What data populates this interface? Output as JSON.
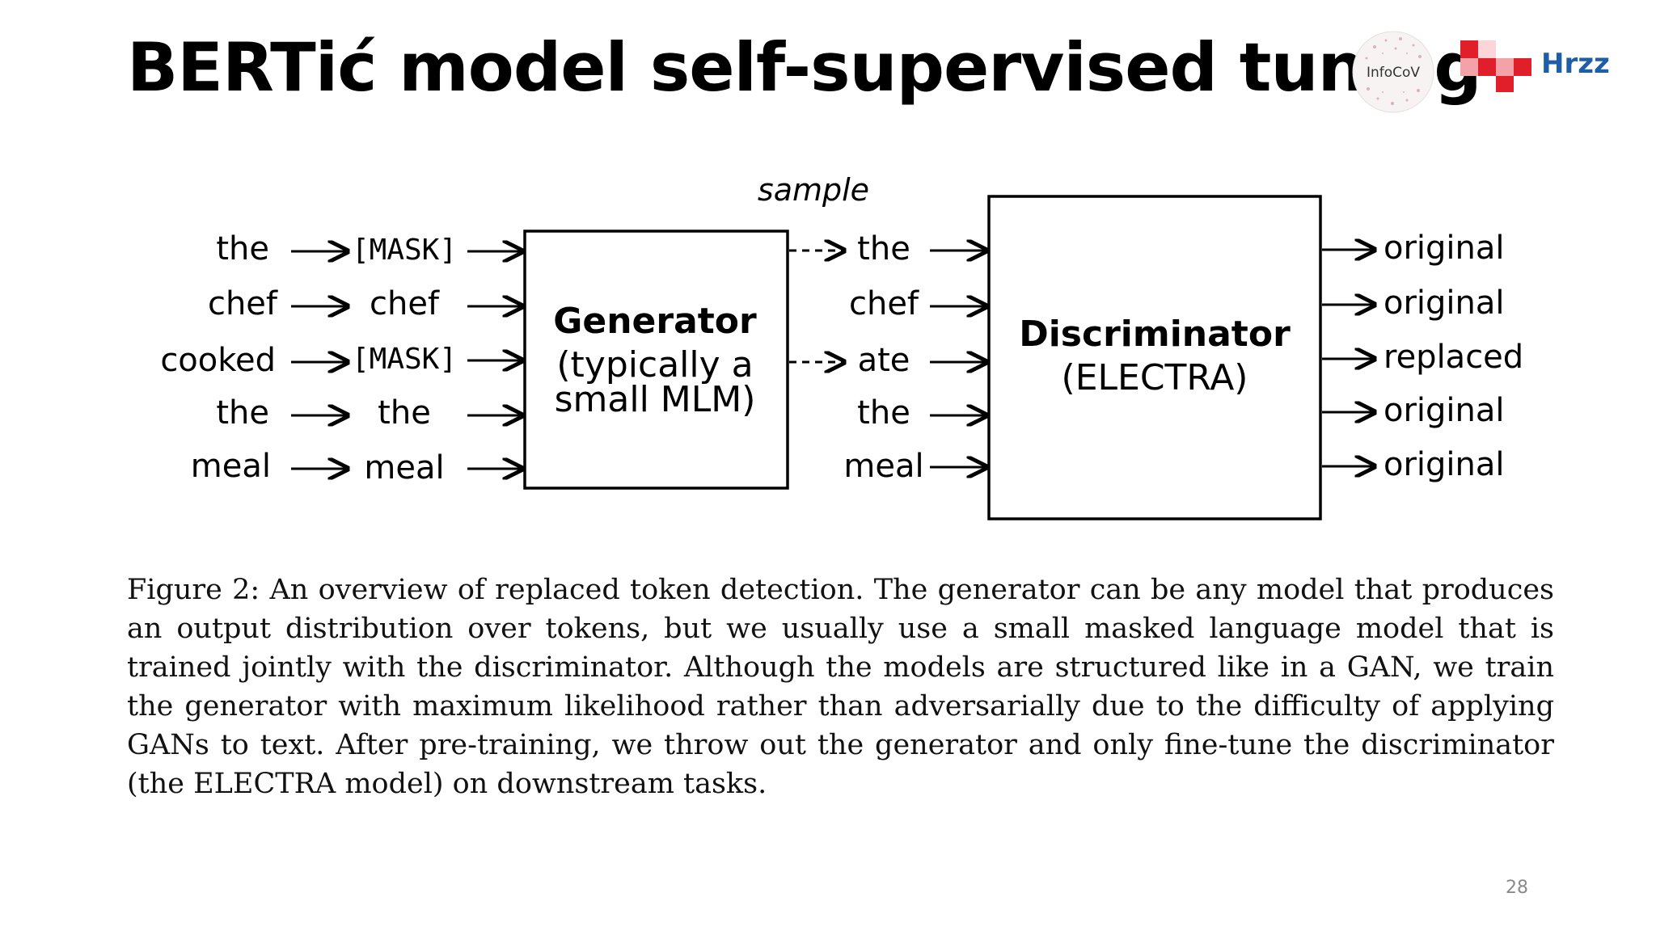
{
  "slide": {
    "title": "BERTić model self-supervised tuning",
    "page_number": "28"
  },
  "logos": {
    "infocov_text": "InfoCoV",
    "hrzz_text": "Hrzz",
    "hrzz_color": "#e01f2b",
    "hrzz_text_color": "#1c5ea8"
  },
  "diagram": {
    "sample_label": "sample",
    "input_tokens": [
      "the",
      "chef",
      "cooked",
      "the",
      "meal"
    ],
    "masked_tokens": [
      "[MASK]",
      "chef",
      "[MASK]",
      "the",
      "meal"
    ],
    "generator": {
      "title": "Generator",
      "subtitle_line1": "(typically a",
      "subtitle_line2": "small MLM)"
    },
    "sampled_tokens": [
      "the",
      "chef",
      "ate",
      "the",
      "meal"
    ],
    "discriminator": {
      "title": "Discriminator",
      "subtitle": "(ELECTRA)"
    },
    "outputs": [
      "original",
      "original",
      "replaced",
      "original",
      "original"
    ]
  },
  "caption": "Figure 2: An overview of replaced token detection. The generator can be any model that produces an output distribution over tokens, but we usually use a small masked language model that is trained jointly with the discriminator. Although the models are structured like in a GAN, we train the generator with maximum likelihood rather than adversarially due to the difficulty of applying GANs to text. After pre-training, we throw out the generator and only fine-tune the discriminator (the ELECTRA model) on downstream tasks."
}
